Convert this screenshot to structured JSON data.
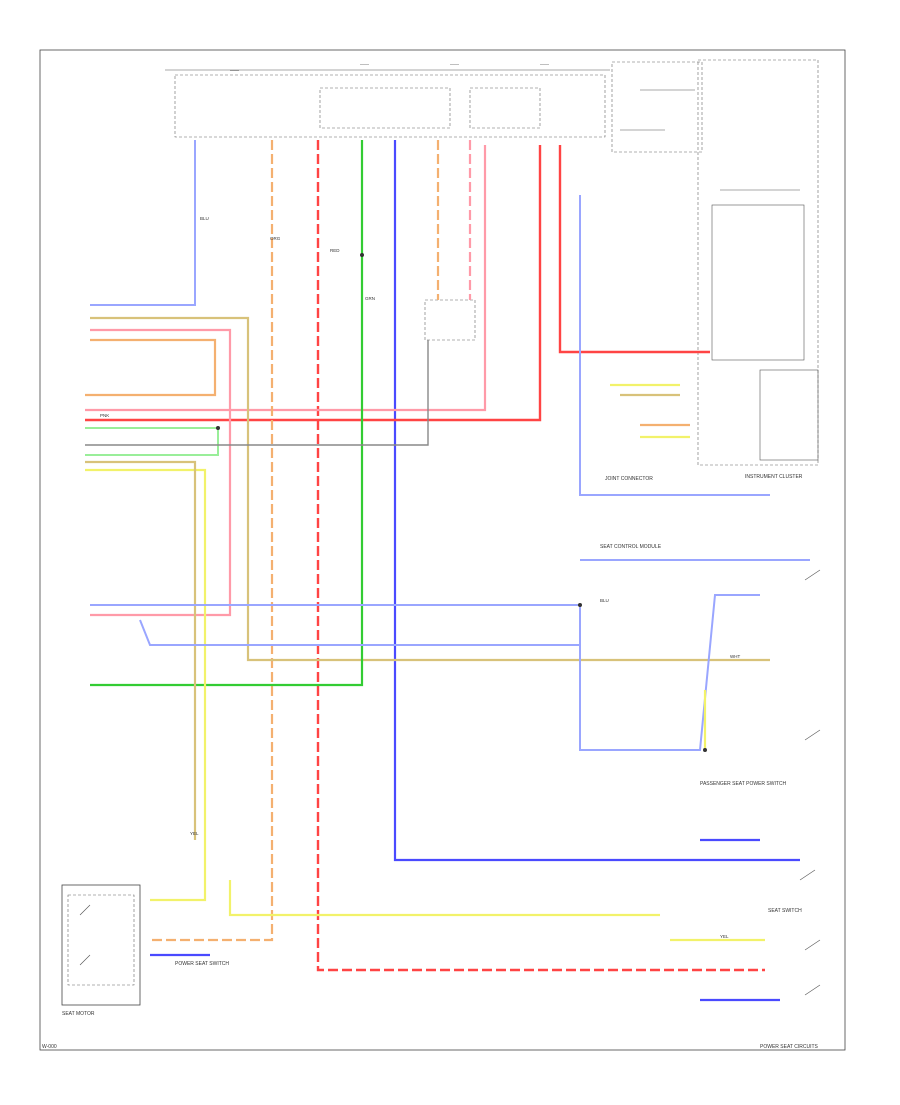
{
  "footer": {
    "left": "W-000",
    "right": "POWER SEAT CIRCUITS"
  },
  "components": {
    "seat_motor": "SEAT MOTOR",
    "instrument_cluster": "INSTRUMENT CLUSTER",
    "seat_control_module": "SEAT CONTROL MODULE",
    "seat_switch": "SEAT SWITCH",
    "power_seat_switch": "POWER SEAT SWITCH",
    "joint_connector": "JOINT CONNECTOR",
    "passenger_seat": "PASSENGER SEAT POWER SWITCH"
  },
  "wire_tags": {
    "blu": "BLU",
    "red": "RED",
    "grn": "GRN",
    "yel": "YEL",
    "org": "ORG",
    "pnk": "PNK",
    "wht": "WHT"
  },
  "colors": {
    "red": "#ff4444",
    "pink": "#ff9aa8",
    "blue": "#4a4aff",
    "light_blue": "#9aa6ff",
    "green": "#33cc33",
    "yellow": "#f2f26a",
    "orange": "#f4b070",
    "tan": "#d8c27a"
  }
}
